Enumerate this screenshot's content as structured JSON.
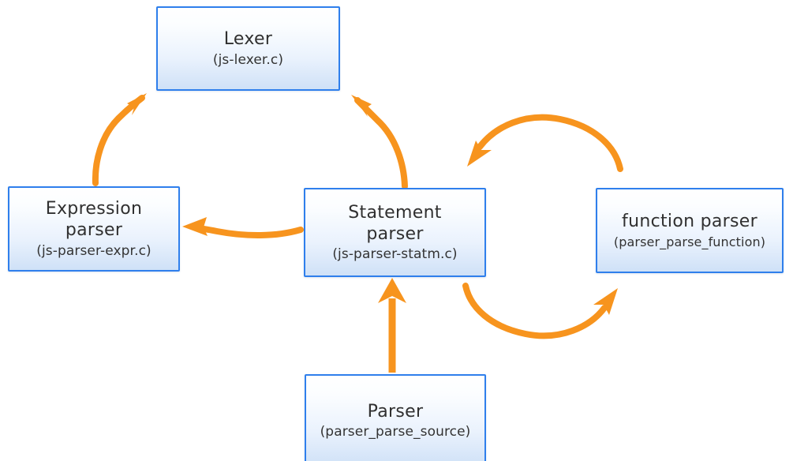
{
  "diagram": {
    "kind": "architecture-flow-diagram",
    "background_color": "#ffffff",
    "arrow_color": "#f7941e",
    "box_border_color": "#2f7fec",
    "box_fill_top_color": "#ffffff",
    "box_fill_bottom_color": "#cfe1f7",
    "text_color": "#303030",
    "nodes": [
      {
        "id": "lexer",
        "title": "Lexer",
        "subtitle": "(js-lexer.c)"
      },
      {
        "id": "expression-parser",
        "title": "Expression",
        "title2": "parser",
        "subtitle": "(js-parser-expr.c)"
      },
      {
        "id": "statement-parser",
        "title": "Statement",
        "title2": "parser",
        "subtitle": "(js-parser-statm.c)"
      },
      {
        "id": "function-parser",
        "title": "function parser",
        "subtitle": "(parser_parse_function)"
      },
      {
        "id": "parser",
        "title": "Parser",
        "subtitle": "(parser_parse_source)"
      }
    ],
    "edges": [
      {
        "id": "expression-parser-to-lexer",
        "from": "expression-parser",
        "to": "lexer",
        "style": "curved",
        "direction": "up-right"
      },
      {
        "id": "statement-parser-to-lexer",
        "from": "statement-parser",
        "to": "lexer",
        "style": "curved",
        "direction": "up-left"
      },
      {
        "id": "statement-parser-to-expression-parser",
        "from": "statement-parser",
        "to": "expression-parser",
        "style": "curved",
        "direction": "left"
      },
      {
        "id": "function-parser-to-statement-parser",
        "from": "function-parser",
        "to": "statement-parser",
        "style": "arc-over",
        "direction": "left"
      },
      {
        "id": "statement-parser-to-function-parser",
        "from": "statement-parser",
        "to": "function-parser",
        "style": "arc-under",
        "direction": "right"
      },
      {
        "id": "parser-to-statement-parser",
        "from": "parser",
        "to": "statement-parser",
        "style": "straight",
        "direction": "up"
      }
    ]
  }
}
